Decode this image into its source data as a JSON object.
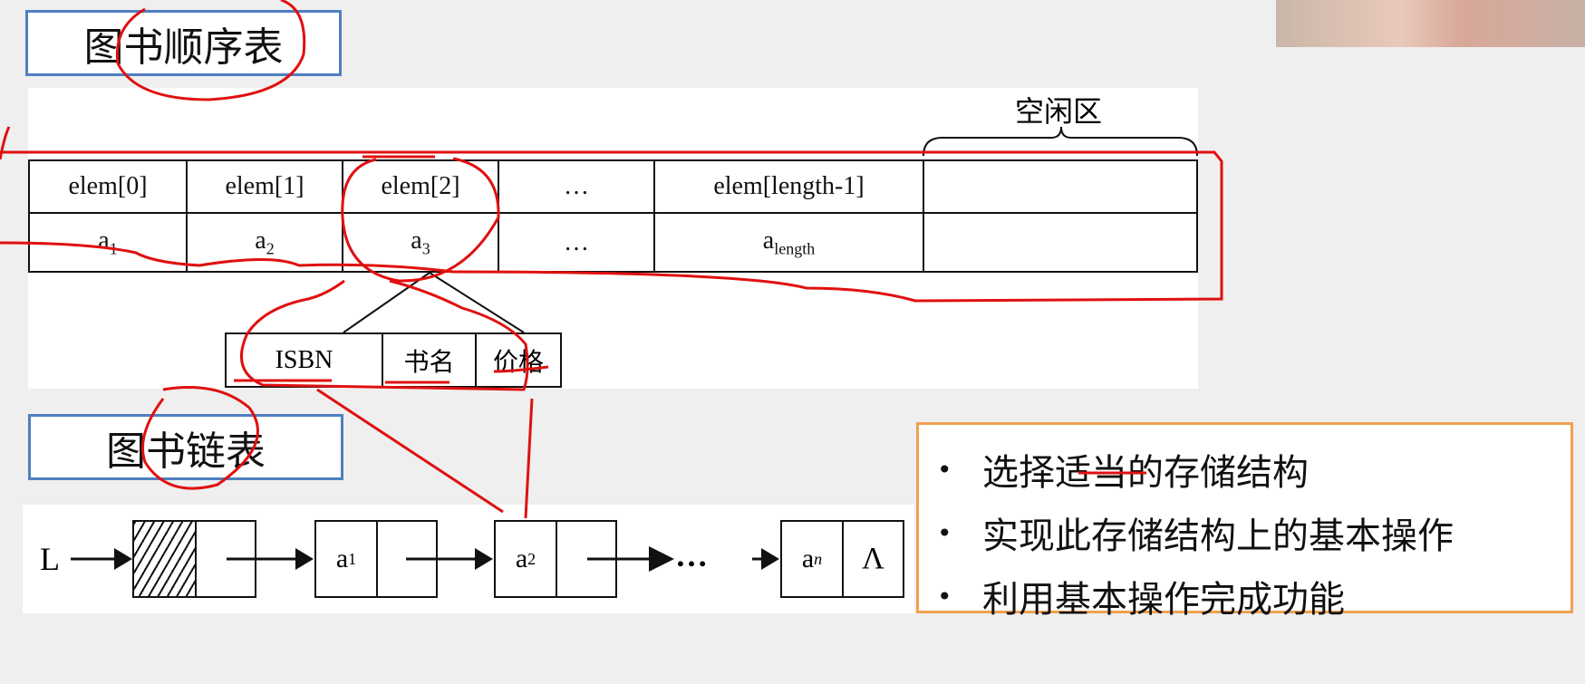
{
  "seq_title": "图书顺序表",
  "link_title": "图书链表",
  "free_area": "空闲区",
  "seq_headers": [
    "elem[0]",
    "elem[1]",
    "elem[2]",
    "…",
    "elem[length-1]",
    ""
  ],
  "seq_values": [
    {
      "b": "a",
      "s": "1"
    },
    {
      "b": "a",
      "s": "2"
    },
    {
      "b": "a",
      "s": "3"
    },
    {
      "b": "…",
      "s": ""
    },
    {
      "b": "a",
      "s": "length"
    },
    {
      "b": "",
      "s": ""
    }
  ],
  "record_fields": [
    "ISBN",
    "书名",
    "价格"
  ],
  "list": {
    "head": "L",
    "nodes": [
      {
        "b": "a",
        "s": "1"
      },
      {
        "b": "a",
        "s": "2"
      }
    ],
    "ellipsis": "…",
    "last": {
      "b": "a",
      "s": "n"
    },
    "null_symbol": "Λ"
  },
  "bullets": [
    "选择适当的存储结构",
    "实现此存储结构上的基本操作",
    "利用基本操作完成功能"
  ],
  "bullet_symbol": "•",
  "colors": {
    "annotation": "#e01010",
    "title_border": "#4f7fbf",
    "box_border": "#f0a050"
  }
}
